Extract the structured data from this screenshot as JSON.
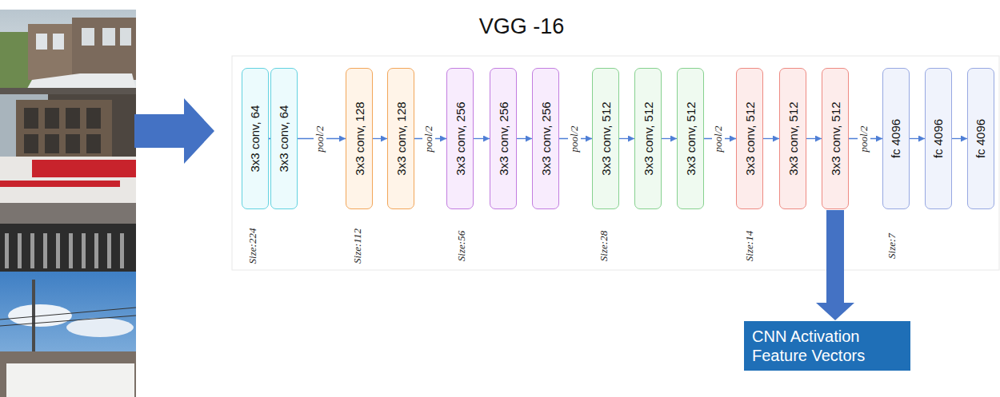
{
  "diagram": {
    "title": "VGG -16",
    "nodes": [
      {
        "text": [
          "3x3 conv, 64"
        ]
      },
      {
        "text": [
          "3x3 conv, 64"
        ]
      },
      {
        "text": [
          "3x3 conv, 128"
        ]
      },
      {
        "text": [
          "3x3 conv, 128"
        ]
      },
      {
        "text": [
          "3x3 conv, 256"
        ]
      },
      {
        "text": [
          "3x3 conv, 256"
        ]
      },
      {
        "text": [
          "3x3 conv, 256"
        ]
      },
      {
        "text": [
          "3x3 conv, 512"
        ]
      },
      {
        "text": [
          "3x3 conv, 512"
        ]
      },
      {
        "text": [
          "3x3 conv, 512"
        ]
      },
      {
        "text": [
          "3x3 conv, 512"
        ]
      },
      {
        "text": [
          "3x3 conv, 512"
        ]
      },
      {
        "text": [
          "3x3 conv, 512"
        ]
      },
      {
        "text": [
          "fc 4096"
        ]
      },
      {
        "text": [
          "fc 4096"
        ]
      },
      {
        "text": [
          "fc 4096"
        ]
      },
      {
        "text": [
          "CNN Activation Feature Vectors"
        ]
      }
    ],
    "edges": [
      {
        "from": 0,
        "to": 1,
        "arrow": "to"
      },
      {
        "from": 1,
        "to": 2,
        "arrow": "to",
        "label": "pool/2"
      },
      {
        "from": 2,
        "to": 3,
        "arrow": "to"
      },
      {
        "from": 3,
        "to": 4,
        "arrow": "to",
        "label": "pool/2"
      },
      {
        "from": 4,
        "to": 5,
        "arrow": "to"
      },
      {
        "from": 5,
        "to": 6,
        "arrow": "to"
      },
      {
        "from": 6,
        "to": 7,
        "arrow": "to",
        "label": "pool/2"
      },
      {
        "from": 7,
        "to": 8,
        "arrow": "to"
      },
      {
        "from": 8,
        "to": 9,
        "arrow": "to"
      },
      {
        "from": 9,
        "to": 10,
        "arrow": "to",
        "label": "pool/2"
      },
      {
        "from": 10,
        "to": 11,
        "arrow": "to"
      },
      {
        "from": 11,
        "to": 12,
        "arrow": "to"
      },
      {
        "from": 12,
        "to": 13,
        "arrow": "to",
        "label": "pool/2"
      },
      {
        "from": 13,
        "to": 14,
        "arrow": "to"
      },
      {
        "from": 14,
        "to": 15,
        "arrow": "to"
      },
      {
        "from": 12,
        "to": 16,
        "arrow": "to"
      }
    ],
    "labels": [
      "Size:224",
      "Size:112",
      "Size:56",
      "Size:28",
      "Size:14",
      "Size:7"
    ]
  }
}
